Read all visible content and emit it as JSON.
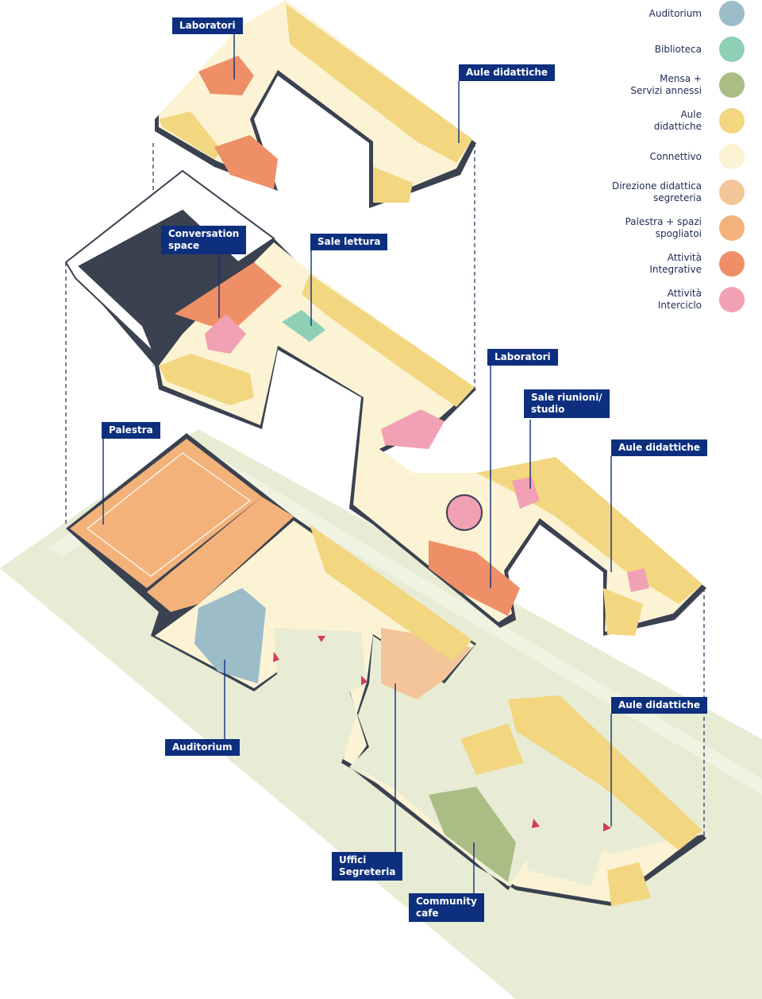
{
  "legend": [
    {
      "label": "Auditorium",
      "color": "#9cbcc8"
    },
    {
      "label": "Biblioteca",
      "color": "#8fcfb6"
    },
    {
      "label": "Mensa +\nServizi annessi",
      "color": "#a9bd84"
    },
    {
      "label": "Aule\ndidattiche",
      "color": "#f2d680"
    },
    {
      "label": "Connettivo",
      "color": "#fbf3d4"
    },
    {
      "label": "Direzione didattica\nsegreteria",
      "color": "#f5c59a"
    },
    {
      "label": "Palestra + spazi\nspogliatoi",
      "color": "#f2b27a"
    },
    {
      "label": "Attività\nIntegrative",
      "color": "#ee8f68"
    },
    {
      "label": "Attività\nInterciclo",
      "color": "#f2a0b4"
    }
  ],
  "callouts": {
    "laboratori_top": "Laboratori",
    "aule_top": "Aule didattiche",
    "conversation": "Conversation\nspace",
    "sale_lettura": "Sale lettura",
    "laboratori_mid": "Laboratori",
    "sale_riunioni": "Sale riunioni/\nstudio",
    "aule_mid": "Aule didattiche",
    "palestra": "Palestra",
    "aule_ground": "Aule didattiche",
    "auditorium": "Auditorium",
    "uffici": "Uffici\nSegreteria",
    "community": "Community\ncafe"
  },
  "colors": {
    "classroom": "#f2d680",
    "corridor": "#fbf3d4",
    "lab": "#ee8f68",
    "gym": "#f2b27a",
    "auditorium": "#9cbcc8",
    "library": "#8fcfb6",
    "cafe": "#a9bd84",
    "office": "#f5c59a",
    "interciclo": "#f2a0b4",
    "site": "#e8ecd4",
    "navy": "#0d2f7e",
    "wall": "#3a4150"
  }
}
